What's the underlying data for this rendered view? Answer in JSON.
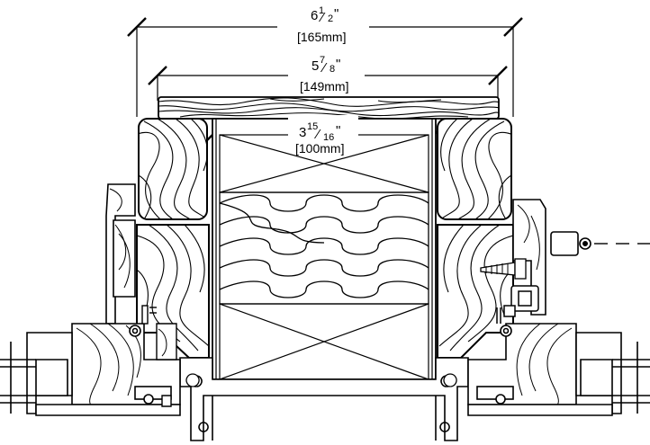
{
  "dimensions": [
    {
      "whole": "6",
      "num": "1",
      "den": "2",
      "unit": "\"",
      "metric": "[165mm]"
    },
    {
      "whole": "5",
      "num": "7",
      "den": "8",
      "unit": "\"",
      "metric": "[149mm]"
    },
    {
      "whole": "3",
      "num": "15",
      "den": "16",
      "unit": "\"",
      "metric": "[100mm]"
    }
  ],
  "components": {
    "top_cap": "horizontal-grain-cap",
    "side_blocks": "end-grain-wood-block",
    "core": "insulation-batt",
    "filler_blocks": "x-braced-blocking",
    "hardware": [
      "wood-screw",
      "shim-bracket",
      "clip-angle"
    ]
  },
  "colors": {
    "line": "#000000",
    "background": "#ffffff"
  }
}
